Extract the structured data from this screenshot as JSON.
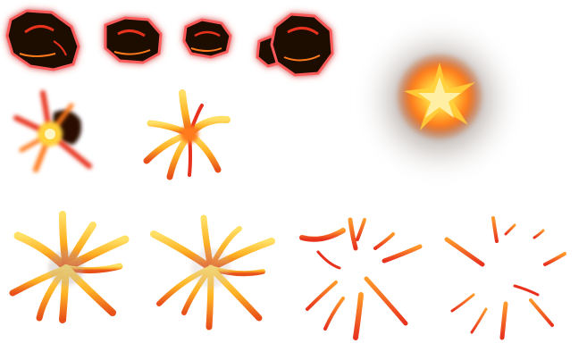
{
  "sheet": {
    "background": "#ffffff",
    "palette": {
      "ember_dark": "#1a0805",
      "ember_red": "#e8321e",
      "glow_pink": "#ff5a5a",
      "flame_orange": "#ff7a1a",
      "flame_yellow": "#ffd23a",
      "smoke_gray": "#7a6a60"
    },
    "frames": [
      {
        "kind": "ember-rock",
        "icon": "burning-rock-icon"
      },
      {
        "kind": "ember-rock",
        "icon": "burning-rock-icon"
      },
      {
        "kind": "ember-rock",
        "icon": "burning-rock-icon"
      },
      {
        "kind": "ember-rock",
        "icon": "burning-rock-icon"
      },
      {
        "kind": "explosion-glow",
        "icon": "fireball-glow-icon"
      },
      {
        "kind": "burst-start",
        "icon": "fire-burst-icon"
      },
      {
        "kind": "burst-spread",
        "icon": "fire-burst-icon"
      },
      {
        "kind": "burst-dissipate",
        "icon": "fire-burst-icon"
      },
      {
        "kind": "burst-dissipate",
        "icon": "fire-burst-icon"
      },
      {
        "kind": "burst-dissipate",
        "icon": "fire-burst-icon"
      },
      {
        "kind": "burst-dissipate",
        "icon": "fire-burst-icon"
      }
    ]
  }
}
